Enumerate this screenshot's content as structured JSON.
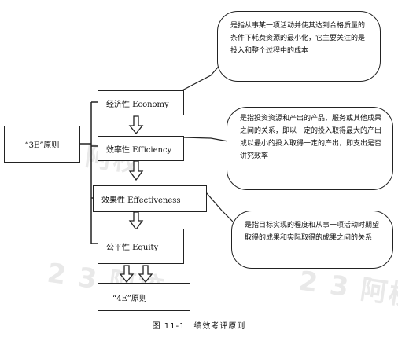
{
  "diagram": {
    "root_label": "“3E”原则",
    "nodes": [
      {
        "label": "经济性 Economy"
      },
      {
        "label": "效率性 Efficiency"
      },
      {
        "label": "效果性 Effectiveness"
      },
      {
        "label": "公平性 Equity"
      }
    ],
    "result_label": "“4E”原则",
    "callouts": [
      "是指从事某一项活动并使其达到合格质量的条件下耗费资源的最小化，它主要关注的是投入和整个过程中的成本",
      "是指投资资源和产出的产品、服务或其他成果之间的关系，即以一定的投入取得最大的产出或以最小的投入取得一定的产出，即支出是否讲究效率",
      "是指目标实现的程度和从事一项活动时期望取得的成果和实际取得的成果之间的关系"
    ]
  },
  "caption": "图 11-1　绩效考评原则",
  "watermarks": [
    "2 3 阿校",
    "2 3 阿校",
    "2 3 阿校",
    "2 3 阿校",
    "2 3 阿校"
  ]
}
